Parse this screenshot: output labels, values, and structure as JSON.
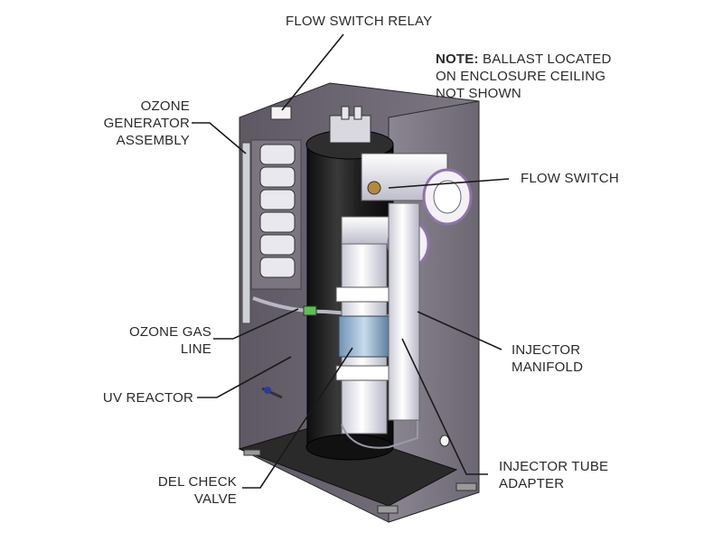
{
  "labels": {
    "flow_switch_relay": "FLOW SWITCH RELAY",
    "note_bold": "NOTE:",
    "note_line1": "BALLAST LOCATED",
    "note_line2": "ON ENCLOSURE CEILING",
    "note_line3": "NOT SHOWN",
    "ozone_generator": [
      "OZONE",
      "GENERATOR",
      "ASSEMBLY"
    ],
    "flow_switch": "FLOW SWITCH",
    "ozone_gas_line": [
      "OZONE GAS",
      "LINE"
    ],
    "injector_manifold": [
      "INJECTOR",
      "MANIFOLD"
    ],
    "uv_reactor": "UV REACTOR",
    "injector_tube_adapter": [
      "INJECTOR TUBE",
      "ADAPTER"
    ],
    "del_check_valve": [
      "DEL CHECK",
      "VALVE"
    ]
  },
  "colors": {
    "panel": "#6f6a74",
    "panel_light": "#8a8590",
    "reactor": "#1d1d1d",
    "pipe": "#eeeef6",
    "pipe_accent": "#c9a9d8",
    "leader": "#1a1a1a"
  }
}
